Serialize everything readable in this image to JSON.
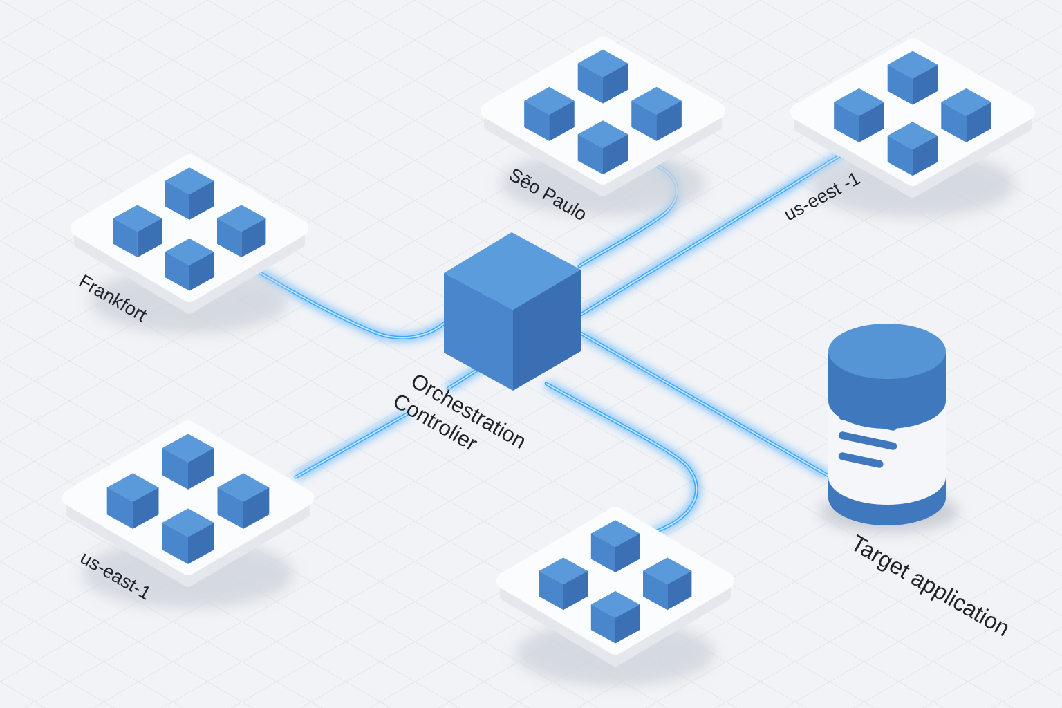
{
  "colors": {
    "background": "#f1f3f6",
    "cube_top": "#5a9ada",
    "cube_left": "#4a86cc",
    "cube_right": "#3c70b4",
    "link_glow": "#2f9bff",
    "link_core": "#bfe6ff",
    "platform": "#fbfcfd",
    "label": "#1f2328"
  },
  "regions": {
    "frankfort": {
      "label": "Frankfort"
    },
    "sao_paulo": {
      "label": "Sẽo Paulo"
    },
    "us_east_top": {
      "label": "us-eest -1"
    },
    "us_east_bottom": {
      "label": "us-east-1"
    }
  },
  "controller": {
    "label_line1": "Orchestration",
    "label_line2": "Controlier"
  },
  "target": {
    "label": "Target application",
    "icon": "database-icon"
  }
}
